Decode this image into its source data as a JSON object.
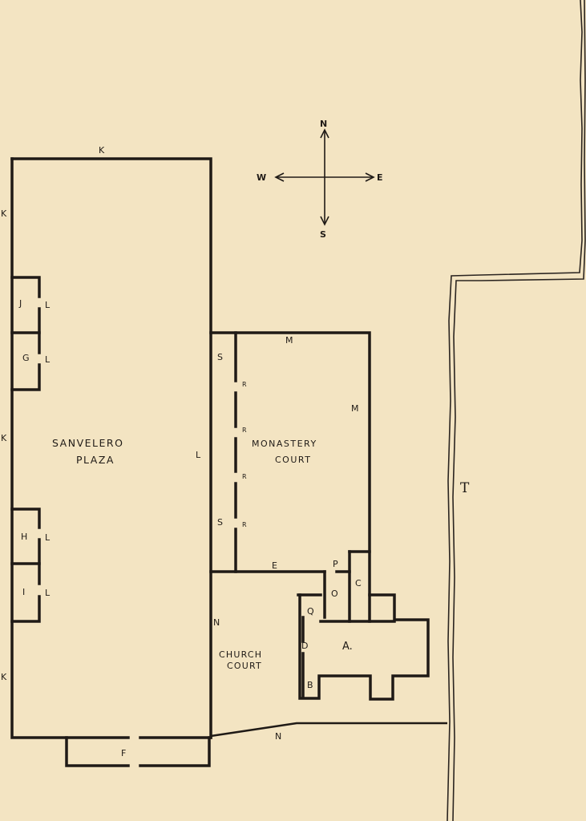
{
  "compass": {
    "n": "N",
    "s": "S",
    "e": "E",
    "w": "W"
  },
  "areas": {
    "plaza_line1": "SANVELERO",
    "plaza_line2": "PLAZA",
    "monastery_line1": "MONASTERY",
    "monastery_line2": "COURT",
    "church_line1": "CHURCH",
    "church_line2": "COURT"
  },
  "letters": {
    "k_top": "K",
    "k_left1": "K",
    "k_left2": "K",
    "k_left3": "K",
    "j": "J",
    "g": "G",
    "h": "H",
    "i": "I",
    "l1": "L",
    "l2": "L",
    "l3": "L",
    "l4": "L",
    "l_center": "L",
    "s1": "S",
    "s2": "S",
    "r1": "R",
    "r2": "R",
    "r3": "R",
    "r4": "R",
    "m_top": "M",
    "m_right": "M",
    "e": "E",
    "p": "P",
    "c": "C",
    "o": "O",
    "q": "Q",
    "a": "A.",
    "d": "D",
    "b": "B",
    "n1": "N",
    "n2": "N",
    "f": "F",
    "t": "T"
  },
  "colors": {
    "paper": "#f3e4c2",
    "ink": "#1f1a16"
  }
}
